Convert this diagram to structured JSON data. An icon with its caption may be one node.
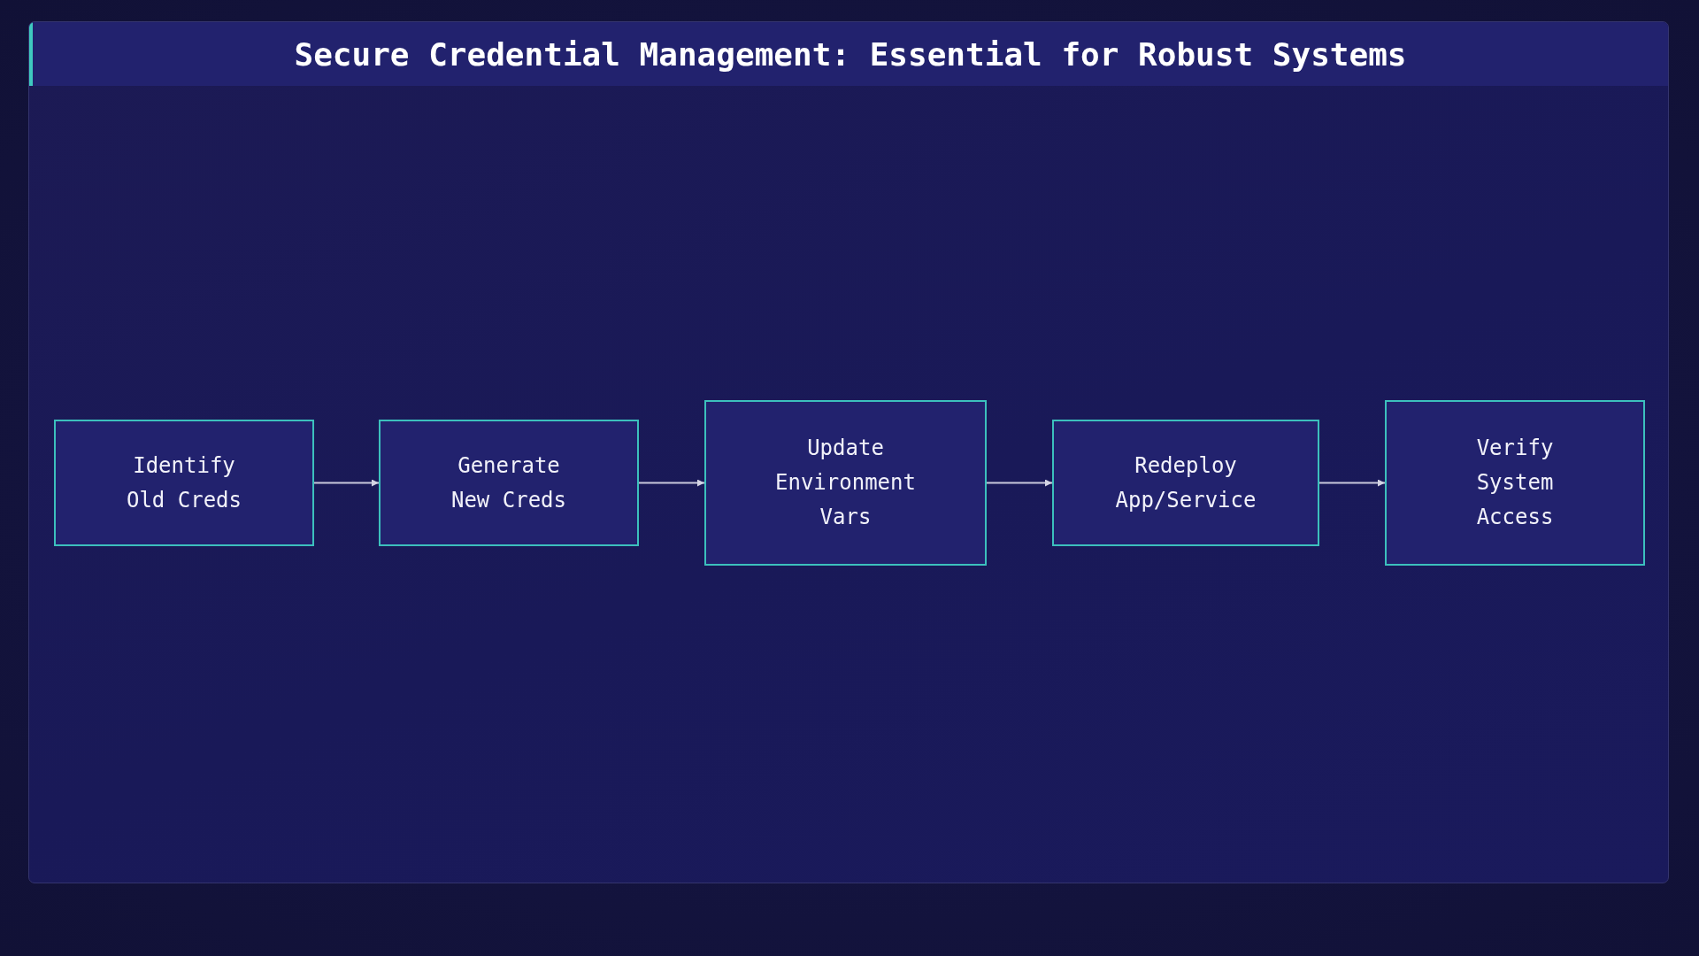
{
  "diagram": {
    "title": "Secure Credential Management: Essential for Robust Systems",
    "nodes": [
      {
        "text": [
          "Identify Old Creds"
        ]
      },
      {
        "text": [
          "Generate New Creds"
        ]
      },
      {
        "text": [
          "Update Environment Vars"
        ]
      },
      {
        "text": [
          "Redeploy App/Service"
        ]
      },
      {
        "text": [
          "Verify System Access"
        ]
      }
    ],
    "edges": [
      {
        "from": 0,
        "to": 1,
        "arrow": "to"
      },
      {
        "from": 1,
        "to": 2,
        "arrow": "to"
      },
      {
        "from": 2,
        "to": 3,
        "arrow": "to"
      },
      {
        "from": 3,
        "to": 4,
        "arrow": "to"
      }
    ]
  }
}
